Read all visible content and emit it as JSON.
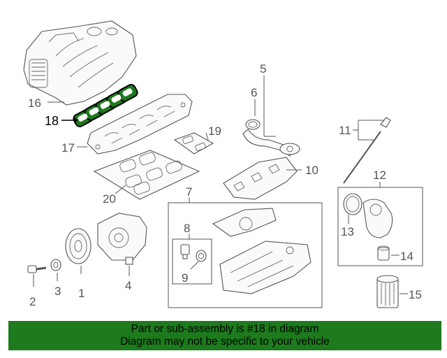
{
  "diagram": {
    "callouts": {
      "c1": "1",
      "c2": "2",
      "c3": "3",
      "c4": "4",
      "c5": "5",
      "c6": "6",
      "c7": "7",
      "c8": "8",
      "c9": "9",
      "c10": "10",
      "c11": "11",
      "c12": "12",
      "c13": "13",
      "c14": "14",
      "c15": "15",
      "c16": "16",
      "c17": "17",
      "c18": "18",
      "c19": "19",
      "c20": "20"
    },
    "highlighted_part": "18",
    "highlight_color": "#1d7a1d"
  },
  "banner": {
    "line1": "Part or sub-assembly is #18 in diagram",
    "line2": "Diagram may not be specific to your vehicle",
    "background": "#1d7a1d"
  }
}
